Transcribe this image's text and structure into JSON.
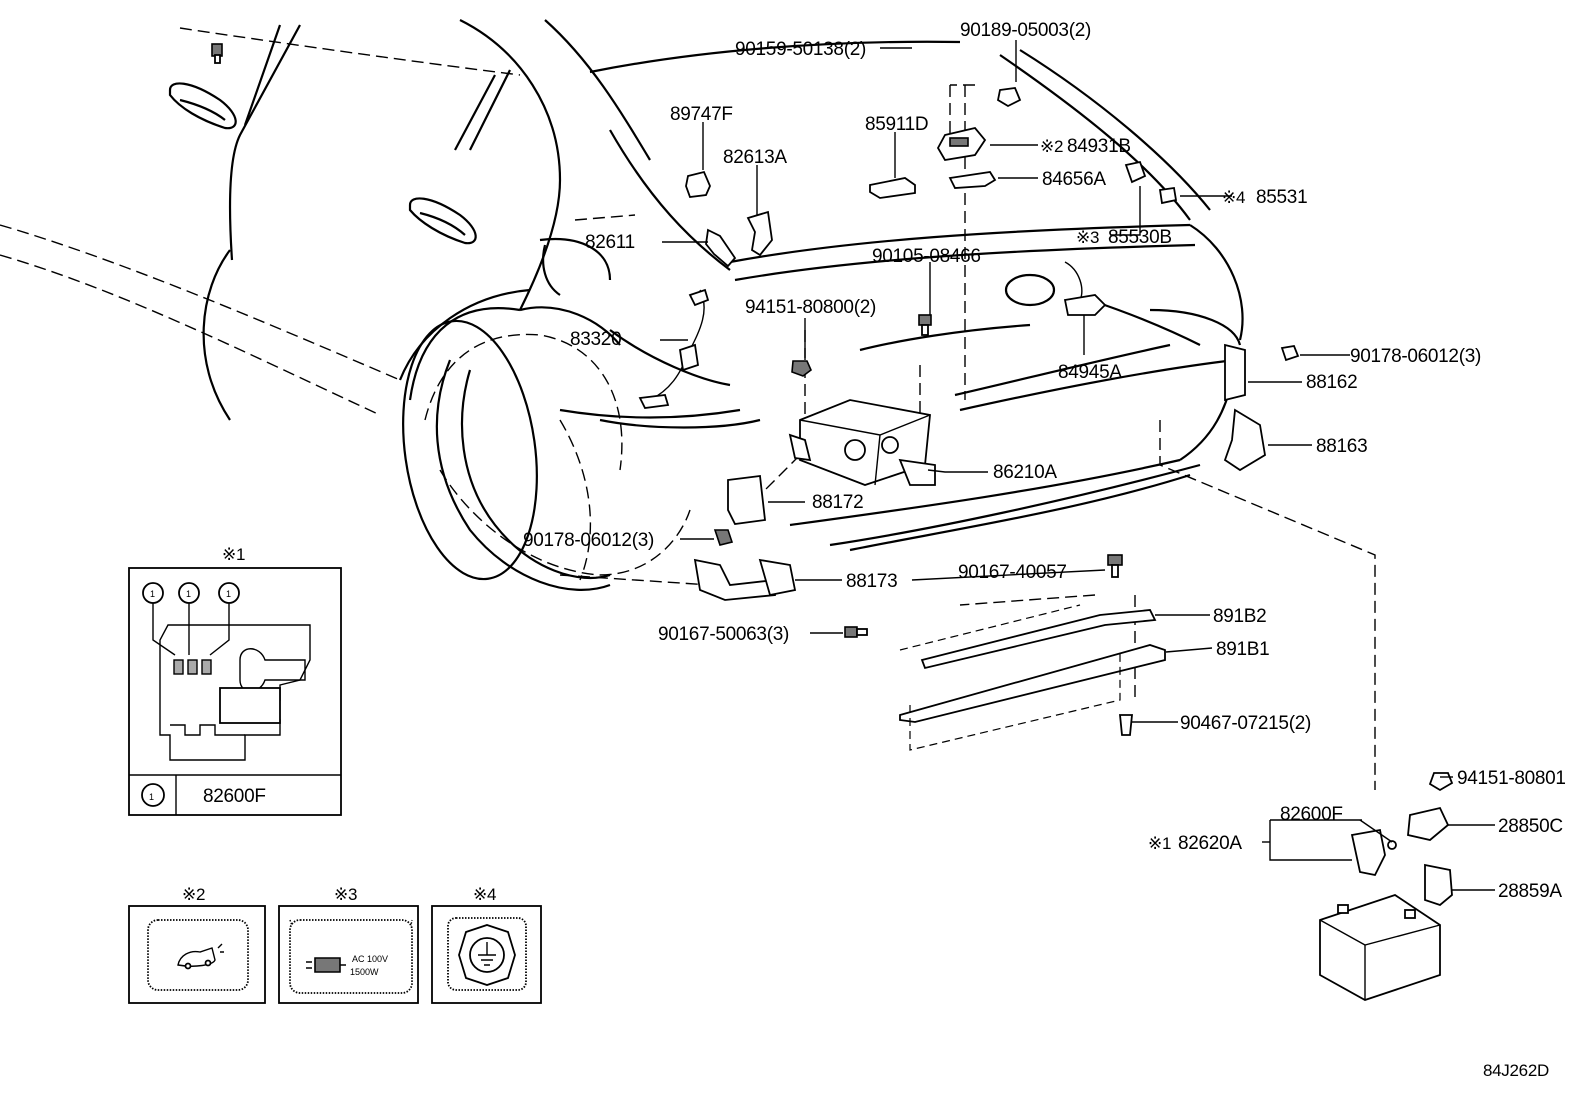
{
  "diagram_code": "84J262D",
  "parts": {
    "p90159": "90159-50138(2)",
    "p90189": "90189-05003(2)",
    "p89747F": "89747F",
    "p85911D": "85911D",
    "p84931B": "84931B",
    "p82613A": "82613A",
    "p84656A": "84656A",
    "p85531": "85531",
    "p82611": "82611",
    "p90105": "90105-08466",
    "p85530B": "85530B",
    "p94151a": "94151-80800(2)",
    "p83320": "83320",
    "p84945A": "84945A",
    "p90178a": "90178-06012(3)",
    "p88162": "88162",
    "p88163": "88163",
    "p86210A": "86210A",
    "p88172": "88172",
    "p90178b": "90178-06012(3)",
    "p88173": "88173",
    "p90167a": "90167-40057",
    "p891B2": "891B2",
    "p90167b": "90167-50063(3)",
    "p891B1": "891B1",
    "p90467": "90467-07215(2)",
    "p94151b": "94151-80801",
    "p82600F": "82600F",
    "p28850C": "28850C",
    "p82620A": "82620A",
    "p28859A": "28859A"
  },
  "notes": {
    "n1": "※1",
    "n2": "※2",
    "n3": "※3",
    "n4": "※4",
    "n1_ref": "※1",
    "n2_ref": "※2",
    "n3_ref": "※3",
    "n4_ref": "※4"
  },
  "inset1": {
    "callout": "1",
    "legend_num": "1",
    "legend_part": "82600F"
  },
  "inset3": {
    "line1": "AC 100V",
    "line2": "1500W"
  }
}
